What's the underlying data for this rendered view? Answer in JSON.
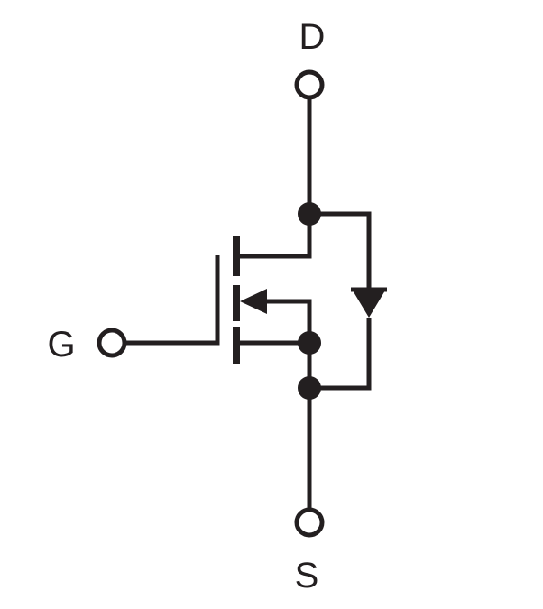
{
  "terminals": {
    "drain": {
      "label": "D"
    },
    "gate": {
      "label": "G"
    },
    "source": {
      "label": "S"
    }
  },
  "colors": {
    "stroke": "#231f20",
    "background": "#ffffff"
  }
}
